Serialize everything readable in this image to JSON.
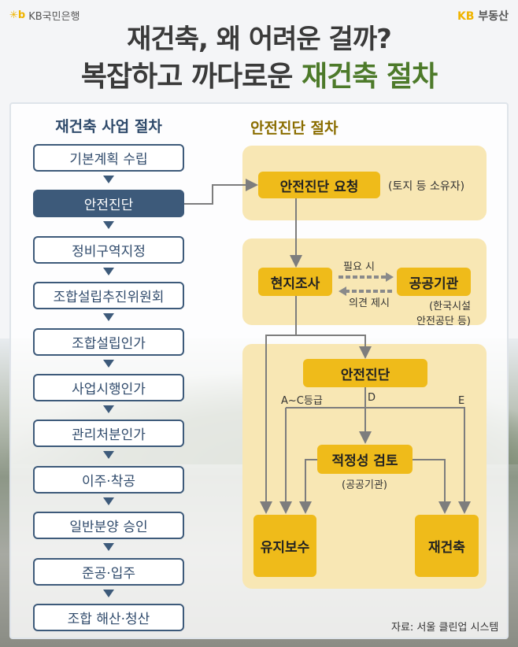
{
  "header": {
    "bank_logo": "KB국민은행",
    "brand_logo_kb": "KB",
    "brand_logo": "부동산",
    "title_line1": "재건축, 왜 어려운 걸까?",
    "title_line2_a": "복잡하고 까다로운",
    "title_line2_b": "재건축 절차"
  },
  "left": {
    "heading": "재건축 사업 절차",
    "steps": [
      "기본계획 수립",
      "안전진단",
      "정비구역지정",
      "조합설립추진위원회",
      "조합설립인가",
      "사업시행인가",
      "관리처분인가",
      "이주·착공",
      "일반분양 승인",
      "준공·입주",
      "조합 해산·청산"
    ],
    "selected": "안전진단"
  },
  "right": {
    "heading": "안전진단 절차",
    "request": "안전진단 요청",
    "request_note": "(토지 등 소유자)",
    "survey": "현지조사",
    "agency": "공공기관",
    "agency_note1": "(한국시설",
    "agency_note2": "안전공단 등)",
    "need": "필요 시",
    "opinion": "의견 제시",
    "diagnosis": "안전진단",
    "grade_ac": "A~C등급",
    "grade_d": "D",
    "grade_e": "E",
    "review": "적정성 검토",
    "review_note": "(공공기관)",
    "maintain": "유지보수",
    "rebuild": "재건축"
  },
  "source": "자료: 서울 클린업 시스템",
  "colors": {
    "navy": "#3d5a7a",
    "yellow": "#efbb1a",
    "panel": "#f8e7b4",
    "green": "#4d7a2a"
  }
}
